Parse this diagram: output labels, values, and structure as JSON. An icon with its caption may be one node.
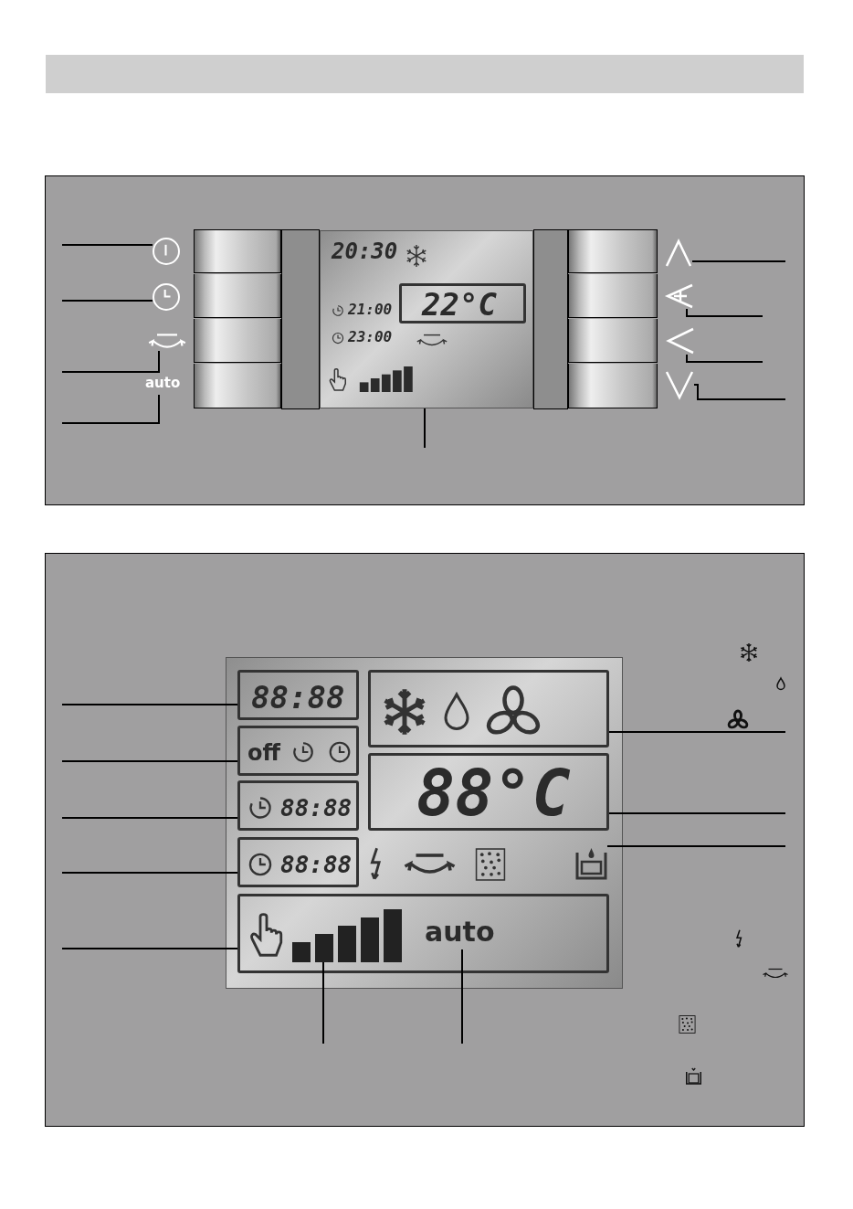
{
  "diagram": {
    "nodes": [
      {
        "text": [],
        "shape": "box"
      },
      {
        "text": [
          "22°C"
        ],
        "in": 0
      },
      {
        "text": [],
        "shape": "circle"
      },
      {
        "text": [],
        "shape": "circle"
      },
      {
        "text": [],
        "shape": "arrow"
      },
      {
        "text": [
          "auto"
        ]
      },
      {
        "text": [],
        "shape": "chevron"
      },
      {
        "text": [],
        "shape": "chevron"
      },
      {
        "text": [],
        "shape": "chevron"
      },
      {
        "text": [],
        "shape": "chevron"
      },
      {
        "text": [],
        "shape": "box"
      },
      {
        "text": [
          "88:88"
        ],
        "in": 10
      },
      {
        "text": [
          "off"
        ],
        "in": 10
      },
      {
        "text": [
          "88:88"
        ],
        "in": 10
      },
      {
        "text": [
          "88:88"
        ],
        "in": 10
      },
      {
        "text": [],
        "shape": "box",
        "in": 10
      },
      {
        "text": [
          "88°C"
        ],
        "in": 10
      },
      {
        "text": [],
        "shape": "box",
        "in": 10
      },
      {
        "text": [],
        "shape": "box",
        "in": 10
      },
      {
        "text": [],
        "shape": "bar",
        "in": 18
      },
      {
        "text": [
          "auto"
        ],
        "in": 18
      }
    ],
    "edges": [
      {
        "from": null,
        "to": 2,
        "arrow": "none"
      },
      {
        "from": null,
        "to": 3,
        "arrow": "none"
      },
      {
        "from": null,
        "to": 4,
        "arrow": "none"
      },
      {
        "from": null,
        "to": 5,
        "arrow": "none"
      },
      {
        "from": null,
        "to": 6,
        "arrow": "none"
      },
      {
        "from": null,
        "to": 7,
        "arrow": "none"
      },
      {
        "from": null,
        "to": 8,
        "arrow": "none"
      },
      {
        "from": null,
        "to": 9,
        "arrow": "none"
      },
      {
        "from": null,
        "to": 0,
        "arrow": "none"
      },
      {
        "from": null,
        "to": 11,
        "arrow": "none"
      },
      {
        "from": null,
        "to": 12,
        "arrow": "none"
      },
      {
        "from": null,
        "to": 13,
        "arrow": "none"
      },
      {
        "from": null,
        "to": 14,
        "arrow": "none"
      },
      {
        "from": null,
        "to": 18,
        "arrow": "none"
      },
      {
        "from": null,
        "to": 15,
        "arrow": "none"
      },
      {
        "from": null,
        "to": 16,
        "arrow": "none"
      },
      {
        "from": null,
        "to": 17,
        "arrow": "none"
      },
      {
        "from": null,
        "to": 19,
        "arrow": "none"
      },
      {
        "from": null,
        "to": 20,
        "arrow": "none"
      }
    ],
    "labels": [
      "20:30",
      "21:00",
      "23:00"
    ]
  }
}
